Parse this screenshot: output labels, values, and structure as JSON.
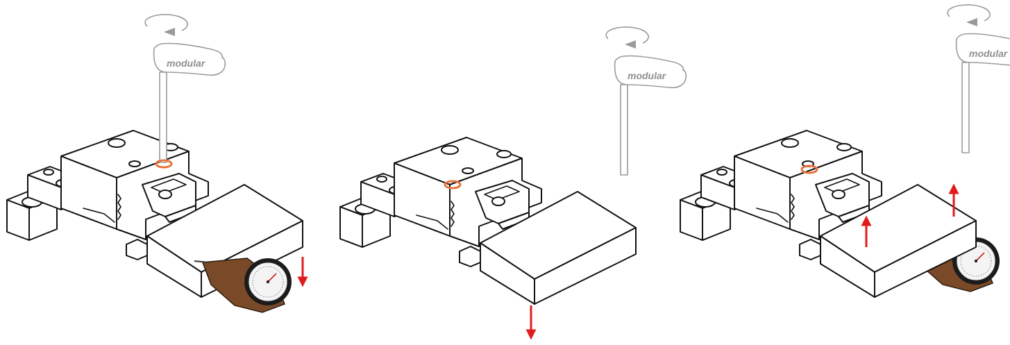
{
  "diagram": {
    "brand_text": "modular",
    "colors": {
      "accent_red": "#e11b1b",
      "bolt_ring": "#e8743b",
      "gauge_body": "#7a4a28",
      "outline": "#111111",
      "tool_gray": "#9a9a9a"
    },
    "panels": [
      {
        "id": "step-1",
        "indicator_direction": "down",
        "arrow_count": 1
      },
      {
        "id": "step-2",
        "indicator_direction": "down",
        "arrow_count": 1
      },
      {
        "id": "step-3",
        "indicator_direction": "up",
        "arrow_count": 2
      }
    ],
    "icons": [
      "rotate-icon",
      "t-handle-wrench",
      "dial-indicator-icon",
      "arrow-down-icon",
      "arrow-up-icon"
    ]
  }
}
